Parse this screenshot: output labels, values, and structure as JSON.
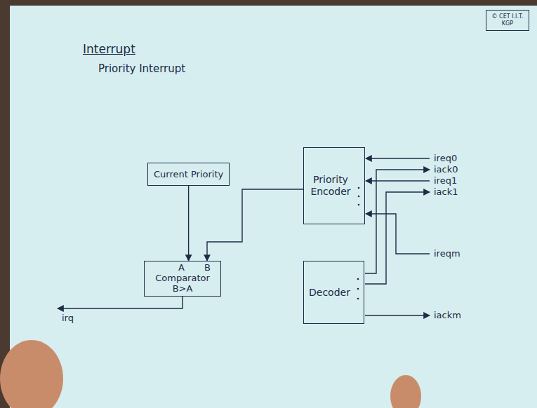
{
  "diagram": {
    "title": "Interrupt",
    "nodes": [
      {
        "text": [
          "© CET I.I.T. KGP"
        ]
      },
      {
        "text": [
          "Current Priority"
        ]
      },
      {
        "text": [
          "Priority Encoder"
        ]
      },
      {
        "text": [
          "A",
          "B",
          "Comparator",
          "B>A"
        ]
      },
      {
        "text": [
          "Decoder"
        ]
      }
    ],
    "edges": [
      {
        "from": 1,
        "to": 3,
        "arrow": "to"
      },
      {
        "from": 2,
        "to": 3,
        "arrow": "to"
      }
    ],
    "labels": [
      "Priority Interrupt",
      "ireq0",
      "iack0",
      "ireq1",
      "iack1",
      "ireqm",
      "iackm",
      "irq"
    ]
  }
}
